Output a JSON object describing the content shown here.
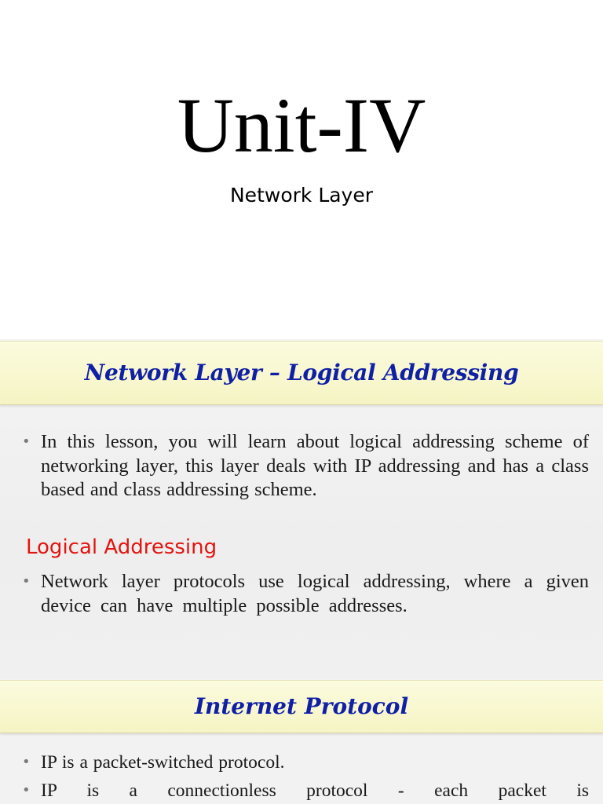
{
  "slide1": {
    "title": "Unit-IV",
    "subtitle": "Network Layer"
  },
  "slide2": {
    "header": "Network Layer – Logical Addressing",
    "bullets": [
      "In this lesson, you will learn about logical addressing scheme of networking layer, this layer deals with IP addressing and has a class based and class addressing scheme."
    ],
    "section_heading": "Logical Addressing",
    "section_bullets": [
      "Network layer protocols use logical addressing, where a given device can have multiple possible addresses."
    ]
  },
  "slide3": {
    "header": "Internet Protocol",
    "bullets": [
      "IP is a packet-switched protocol.",
      "IP is a connectionless protocol - each packet is"
    ]
  },
  "colors": {
    "header_text": "#0f1fa6",
    "header_bg": "#f6f4c3",
    "section_heading": "#e3140f",
    "body_text": "#1a1a1a"
  }
}
